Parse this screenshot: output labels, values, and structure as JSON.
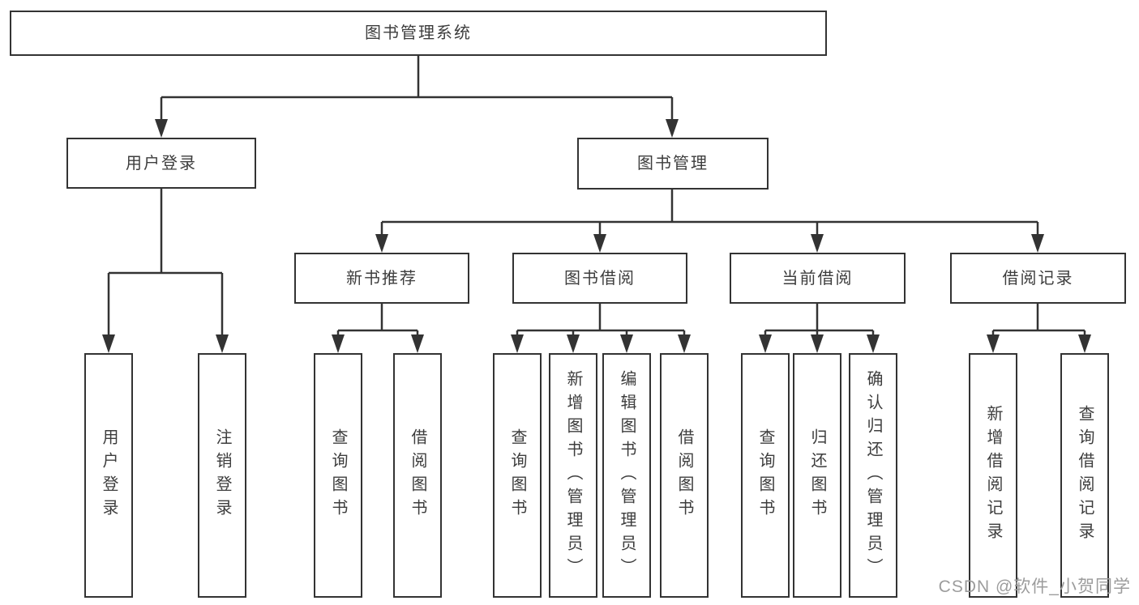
{
  "diagram": {
    "root": {
      "label": "图书管理系统"
    },
    "level2": [
      {
        "label": "用户登录"
      },
      {
        "label": "图书管理"
      }
    ],
    "level3": [
      {
        "label": "新书推荐"
      },
      {
        "label": "图书借阅"
      },
      {
        "label": "当前借阅"
      },
      {
        "label": "借阅记录"
      }
    ],
    "leaves": [
      {
        "label": "用户登录",
        "parent": "用户登录"
      },
      {
        "label": "注销登录",
        "parent": "用户登录"
      },
      {
        "label": "查询图书",
        "parent": "新书推荐"
      },
      {
        "label": "借阅图书",
        "parent": "新书推荐"
      },
      {
        "label": "查询图书",
        "parent": "图书借阅"
      },
      {
        "label": "新增图书（管理员）",
        "parent": "图书借阅"
      },
      {
        "label": "编辑图书（管理员）",
        "parent": "图书借阅"
      },
      {
        "label": "借阅图书",
        "parent": "图书借阅"
      },
      {
        "label": "查询图书",
        "parent": "当前借阅"
      },
      {
        "label": "归还图书",
        "parent": "当前借阅"
      },
      {
        "label": "确认归还（管理员）",
        "parent": "当前借阅"
      },
      {
        "label": "新增借阅记录",
        "parent": "借阅记录"
      },
      {
        "label": "查询借阅记录",
        "parent": "借阅记录"
      }
    ]
  },
  "watermark": {
    "text": "CSDN @软件_小贺同学"
  },
  "colors": {
    "line": "#333333",
    "box_border": "#333333",
    "text": "#3d3d3d",
    "watermark": "#9c9c9c",
    "background": "#ffffff"
  }
}
